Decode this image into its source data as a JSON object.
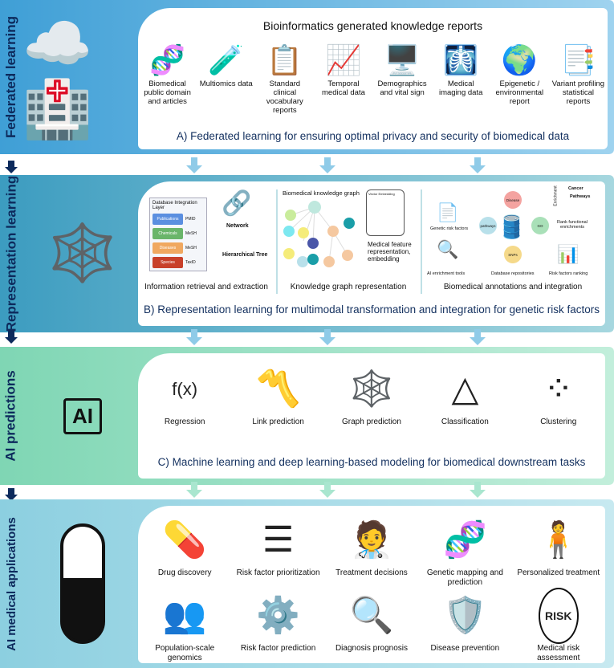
{
  "sections": [
    {
      "label": "Federated learning",
      "title": "Bioinformatics generated knowledge reports",
      "caption": "A) Federated learning for ensuring optimal privacy and security of biomedical data",
      "items": [
        {
          "label": "Biomedical public domain and articles",
          "icon": "dna-document-icon"
        },
        {
          "label": "Multiomics data",
          "icon": "multiomics-icon"
        },
        {
          "label": "Standard clinical vocabulary reports",
          "icon": "clipboard-icon"
        },
        {
          "label": "Temporal medical data",
          "icon": "chart-clock-icon"
        },
        {
          "label": "Demographics and vital sign",
          "icon": "monitor-icon"
        },
        {
          "label": "Medical imaging data",
          "icon": "mri-scanner-icon"
        },
        {
          "label": "Epigenetic / environmental report",
          "icon": "dna-earth-icon"
        },
        {
          "label": "Variant profiling statistical reports",
          "icon": "report-icon"
        }
      ]
    },
    {
      "label": "Representation learning",
      "caption": "B) Representation learning for multimodal transformation and integration for genetic risk factors",
      "info_retrieval": {
        "box_title": "Database Integration Layer",
        "rows": [
          {
            "name": "Publications",
            "source": "PMID",
            "color": "#5b8fe0"
          },
          {
            "name": "Chemicals",
            "source": "MeSH",
            "color": "#6ab56a"
          },
          {
            "name": "Diseases",
            "source": "MeSH",
            "color": "#f0a860"
          },
          {
            "name": "Species",
            "source": "TaxID",
            "color": "#c8402a"
          }
        ],
        "network_label": "Network",
        "tree_label": "Hierarchical Tree",
        "caption": "Information retrieval and extraction"
      },
      "knowledge_graph": {
        "title": "Biomedical knowledge graph",
        "vector_label": "Vector Embedding",
        "feature_label": "Medical feature representation, embedding",
        "caption": "Knowledge graph representation"
      },
      "annotations": {
        "genetic_risk": "Genetic risk factors",
        "ai_tools": "AI enrichment tools",
        "db_repos": "Database repositories",
        "ranking": "Risk factors ranking",
        "rank_functional": "Rank functional enrichments",
        "enrichment_axis": "Enrichment",
        "cancer": "Cancer",
        "pathways": "Pathways",
        "db_nodes": [
          "Disease",
          "pathways",
          "GO",
          "SNPs"
        ],
        "caption": "Biomedical annotations and integration"
      }
    },
    {
      "label": "AI predictions",
      "hero_text": "AI",
      "caption": "C) Machine learning and deep learning-based modeling for biomedical downstream tasks",
      "items": [
        {
          "label": "Regression",
          "icon": "regression-curve-icon",
          "formula": "f(x)"
        },
        {
          "label": "Link prediction",
          "icon": "link-prediction-icon"
        },
        {
          "label": "Graph prediction",
          "icon": "graph-icon"
        },
        {
          "label": "Classification",
          "icon": "classification-tree-icon"
        },
        {
          "label": "Clustering",
          "icon": "clustering-icon"
        }
      ]
    },
    {
      "label": "AI medical applications",
      "items": [
        {
          "label": "Drug discovery",
          "icon": "pill-magnifier-icon"
        },
        {
          "label": "Risk factor prioritization",
          "icon": "ranked-list-icon"
        },
        {
          "label": "Treatment decisions",
          "icon": "doctor-chart-icon"
        },
        {
          "label": "Genetic mapping and prediction",
          "icon": "dna-barcode-icon"
        },
        {
          "label": "Personalized treatment",
          "icon": "person-dna-icon"
        },
        {
          "label": "Population-scale genomics",
          "icon": "population-growth-icon"
        },
        {
          "label": "Risk factor prediction",
          "icon": "dna-gear-icon"
        },
        {
          "label": "Diagnosis prognosis",
          "icon": "heart-magnifier-icon"
        },
        {
          "label": "Disease prevention",
          "icon": "shield-virus-icon"
        },
        {
          "label": "Medical risk assessment",
          "icon": "risk-magnifier-icon",
          "badge": "RISK"
        }
      ]
    }
  ],
  "colors": {
    "federated": "#5fb3e0",
    "representation": "#5fb4c8",
    "predictions": "#8fdcc0",
    "applications": "#a9dbe6",
    "label": "#0d2a5c"
  }
}
